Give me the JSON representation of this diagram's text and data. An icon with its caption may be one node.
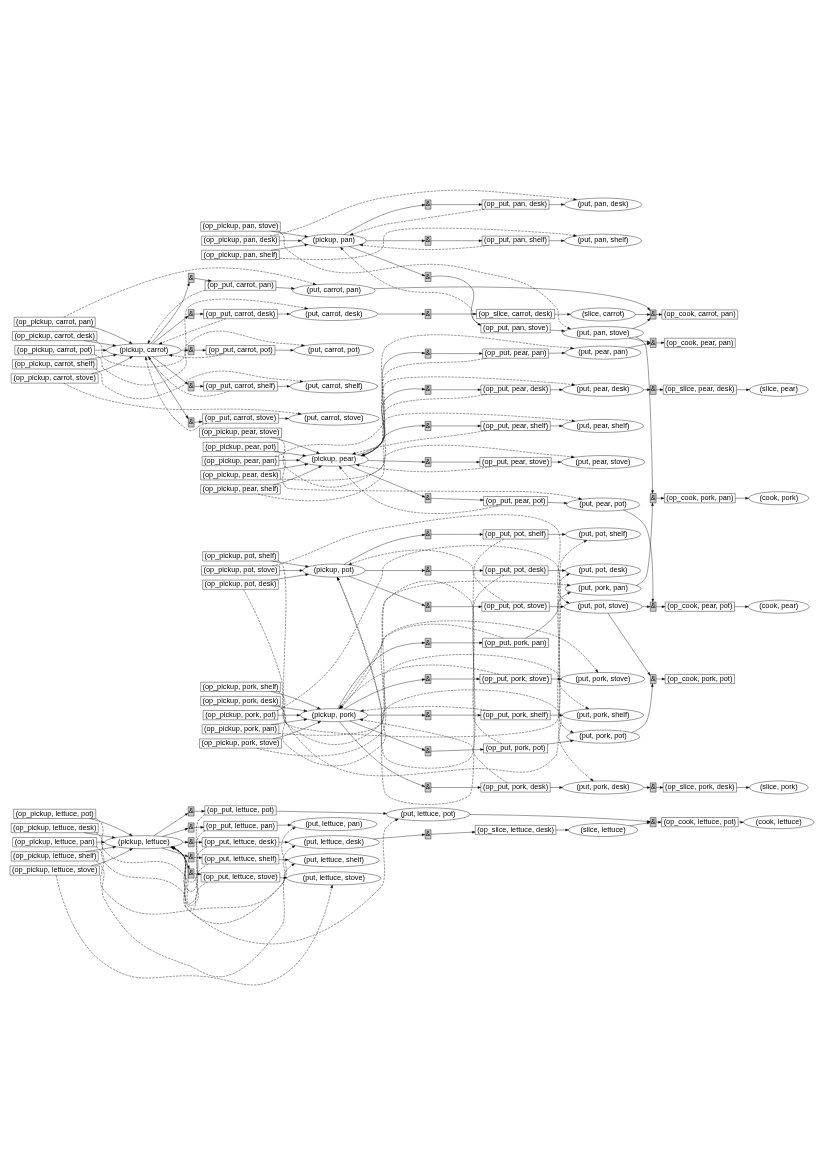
{
  "diagram": {
    "nodes": [
      {
        "text": [
          "(op_pickup, lettuce, pot)"
        ]
      },
      {
        "text": [
          "(op_pickup, lettuce, pan)"
        ]
      },
      {
        "text": [
          "(op_pickup, lettuce, desk)"
        ]
      },
      {
        "text": [
          "(op_pickup, lettuce, shelf)"
        ]
      },
      {
        "text": [
          "(op_pickup, lettuce, stove)"
        ]
      },
      {
        "text": [
          "(pickup, lettuce)"
        ]
      },
      {
        "text": [
          "&"
        ]
      },
      {
        "text": [
          "&"
        ]
      },
      {
        "text": [
          "&"
        ]
      },
      {
        "text": [
          "&"
        ]
      },
      {
        "text": [
          "&"
        ]
      },
      {
        "text": [
          "(op_put, lettuce, pot)"
        ]
      },
      {
        "text": [
          "(op_put, lettuce, pan)"
        ]
      },
      {
        "text": [
          "(op_put, lettuce, desk)"
        ]
      },
      {
        "text": [
          "(op_put, lettuce, shelf)"
        ]
      },
      {
        "text": [
          "(op_put, lettuce, stove)"
        ]
      },
      {
        "text": [
          "(put, lettuce, pot)"
        ]
      },
      {
        "text": [
          "(put, lettuce, pan)"
        ]
      },
      {
        "text": [
          "(put, lettuce, desk)"
        ]
      },
      {
        "text": [
          "(put, lettuce, shelf)"
        ]
      },
      {
        "text": [
          "(put, lettuce, stove)"
        ]
      },
      {
        "text": [
          "&"
        ]
      },
      {
        "text": [
          "(op_slice, lettuce, desk)"
        ]
      },
      {
        "text": [
          "(slice, lettuce)"
        ]
      },
      {
        "text": [
          "&"
        ]
      },
      {
        "text": [
          "(op_cook, lettuce, pot)"
        ]
      },
      {
        "text": [
          "(cook, lettuce)"
        ]
      },
      {
        "text": [
          "(op_pickup, pan, desk)"
        ]
      },
      {
        "text": [
          "(op_pickup, pan, shelf)"
        ]
      },
      {
        "text": [
          "(op_pickup, pan, stove)"
        ]
      },
      {
        "text": [
          "(pickup, pan)"
        ]
      },
      {
        "text": [
          "&"
        ]
      },
      {
        "text": [
          "&"
        ]
      },
      {
        "text": [
          "&"
        ]
      },
      {
        "text": [
          "(op_put, pan, desk)"
        ]
      },
      {
        "text": [
          "(op_put, pan, shelf)"
        ]
      },
      {
        "text": [
          "(op_put, pan, stove)"
        ]
      },
      {
        "text": [
          "(put, pan, desk)"
        ]
      },
      {
        "text": [
          "(put, pan, shelf)"
        ]
      },
      {
        "text": [
          "(put, pan, stove)"
        ]
      },
      {
        "text": [
          "(op_pickup, carrot, pan)"
        ]
      },
      {
        "text": [
          "(op_pickup, carrot, desk)"
        ]
      },
      {
        "text": [
          "(op_pickup, carrot, pot)"
        ]
      },
      {
        "text": [
          "(op_pickup, carrot, shelf)"
        ]
      },
      {
        "text": [
          "(op_pickup, carrot, stove)"
        ]
      },
      {
        "text": [
          "(pickup, carrot)"
        ]
      },
      {
        "text": [
          "&"
        ]
      },
      {
        "text": [
          "&"
        ]
      },
      {
        "text": [
          "&"
        ]
      },
      {
        "text": [
          "&"
        ]
      },
      {
        "text": [
          "&"
        ]
      },
      {
        "text": [
          "(op_put, carrot, pan)"
        ]
      },
      {
        "text": [
          "(op_put, carrot, desk)"
        ]
      },
      {
        "text": [
          "(op_put, carrot, pot)"
        ]
      },
      {
        "text": [
          "(op_put, carrot, shelf)"
        ]
      },
      {
        "text": [
          "(op_put, carrot, stove)"
        ]
      },
      {
        "text": [
          "(put, carrot, pan)"
        ]
      },
      {
        "text": [
          "(put, carrot, desk)"
        ]
      },
      {
        "text": [
          "(put, carrot, pot)"
        ]
      },
      {
        "text": [
          "(put, carrot, shelf)"
        ]
      },
      {
        "text": [
          "(put, carrot, stove)"
        ]
      },
      {
        "text": [
          "&"
        ]
      },
      {
        "text": [
          "(op_slice, carrot, desk)"
        ]
      },
      {
        "text": [
          "(slice, carrot)"
        ]
      },
      {
        "text": [
          "&"
        ]
      },
      {
        "text": [
          "(op_cook, carrot, pan)"
        ]
      },
      {
        "text": [
          "&"
        ]
      },
      {
        "text": [
          "(op_cook, pear, pan)"
        ]
      },
      {
        "text": [
          "(op_pickup, pear, pan)"
        ]
      },
      {
        "text": [
          "(op_pickup, pear, desk)"
        ]
      },
      {
        "text": [
          "(op_pickup, pear, shelf)"
        ]
      },
      {
        "text": [
          "(op_pickup, pear, stove)"
        ]
      },
      {
        "text": [
          "(op_pickup, pear, pot)"
        ]
      },
      {
        "text": [
          "(pickup, pear)"
        ]
      },
      {
        "text": [
          "&"
        ]
      },
      {
        "text": [
          "&"
        ]
      },
      {
        "text": [
          "&"
        ]
      },
      {
        "text": [
          "&"
        ]
      },
      {
        "text": [
          "&"
        ]
      },
      {
        "text": [
          "(op_put, pear, pan)"
        ]
      },
      {
        "text": [
          "(op_put, pear, desk)"
        ]
      },
      {
        "text": [
          "(op_put, pear, shelf)"
        ]
      },
      {
        "text": [
          "(op_put, pear, stove)"
        ]
      },
      {
        "text": [
          "(op_put, pear, pot)"
        ]
      },
      {
        "text": [
          "(put, pear, pan)"
        ]
      },
      {
        "text": [
          "(put, pear, desk)"
        ]
      },
      {
        "text": [
          "(put, pear, shelf)"
        ]
      },
      {
        "text": [
          "(put, pear, stove)"
        ]
      },
      {
        "text": [
          "(put, pear, pot)"
        ]
      },
      {
        "text": [
          "&"
        ]
      },
      {
        "text": [
          "(op_slice, pear, desk)"
        ]
      },
      {
        "text": [
          "(slice, pear)"
        ]
      },
      {
        "text": [
          "&"
        ]
      },
      {
        "text": [
          "(op_cook, pork, pan)"
        ]
      },
      {
        "text": [
          "(cook, pork)"
        ]
      },
      {
        "text": [
          "(op_pickup, pot, desk)"
        ]
      },
      {
        "text": [
          "(op_pickup, pot, shelf)"
        ]
      },
      {
        "text": [
          "(op_pickup, pot, stove)"
        ]
      },
      {
        "text": [
          "(pickup, pot)"
        ]
      },
      {
        "text": [
          "&"
        ]
      },
      {
        "text": [
          "&"
        ]
      },
      {
        "text": [
          "&"
        ]
      },
      {
        "text": [
          "(op_put, pot, desk)"
        ]
      },
      {
        "text": [
          "(op_put, pot, shelf)"
        ]
      },
      {
        "text": [
          "(op_put, pot, stove)"
        ]
      },
      {
        "text": [
          "(put, pot, desk)"
        ]
      },
      {
        "text": [
          "(put, pot, shelf)"
        ]
      },
      {
        "text": [
          "(put, pot, stove)"
        ]
      },
      {
        "text": [
          "&"
        ]
      },
      {
        "text": [
          "(op_cook, pear, pot)"
        ]
      },
      {
        "text": [
          "(cook, pear)"
        ]
      },
      {
        "text": [
          "&"
        ]
      },
      {
        "text": [
          "(op_cook, pork, pot)"
        ]
      },
      {
        "text": [
          "(op_pickup, pork, pan)"
        ]
      },
      {
        "text": [
          "(op_pickup, pork, pot)"
        ]
      },
      {
        "text": [
          "(op_pickup, pork, stove)"
        ]
      },
      {
        "text": [
          "(op_pickup, pork, shelf)"
        ]
      },
      {
        "text": [
          "(op_pickup, pork, desk)"
        ]
      },
      {
        "text": [
          "(pickup, pork)"
        ]
      },
      {
        "text": [
          "&"
        ]
      },
      {
        "text": [
          "&"
        ]
      },
      {
        "text": [
          "&"
        ]
      },
      {
        "text": [
          "&"
        ]
      },
      {
        "text": [
          "&"
        ]
      },
      {
        "text": [
          "(op_put, pork, pan)"
        ]
      },
      {
        "text": [
          "(op_put, pork, pot)"
        ]
      },
      {
        "text": [
          "(op_put, pork, stove)"
        ]
      },
      {
        "text": [
          "(op_put, pork, shelf)"
        ]
      },
      {
        "text": [
          "(op_put, pork, desk)"
        ]
      },
      {
        "text": [
          "(put, pork, pan)"
        ]
      },
      {
        "text": [
          "(put, pork, pot)"
        ]
      },
      {
        "text": [
          "(put, pork, stove)"
        ]
      },
      {
        "text": [
          "(put, pork, shelf)"
        ]
      },
      {
        "text": [
          "(put, pork, desk)"
        ]
      },
      {
        "text": [
          "&"
        ]
      },
      {
        "text": [
          "(op_slice, pork, desk)"
        ]
      },
      {
        "text": [
          "(slice, pork)"
        ]
      }
    ],
    "edges": [
      {
        "from": 0,
        "to": 5,
        "arrow": "to"
      },
      {
        "from": 0,
        "to": 16,
        "arrow": "to",
        "style": "dashed"
      },
      {
        "from": 5,
        "to": 6,
        "arrow": "to"
      },
      {
        "from": 6,
        "to": 11,
        "arrow": "to"
      },
      {
        "from": 11,
        "to": 16,
        "arrow": "to"
      },
      {
        "from": 11,
        "to": 5,
        "arrow": "to",
        "style": "dashed"
      },
      {
        "from": 1,
        "to": 5,
        "arrow": "to"
      },
      {
        "from": 1,
        "to": 17,
        "arrow": "to",
        "style": "dashed"
      },
      {
        "from": 5,
        "to": 7,
        "arrow": "to"
      },
      {
        "from": 7,
        "to": 12,
        "arrow": "to"
      },
      {
        "from": 12,
        "to": 17,
        "arrow": "to"
      },
      {
        "from": 12,
        "to": 5,
        "arrow": "to",
        "style": "dashed"
      },
      {
        "from": 2,
        "to": 5,
        "arrow": "to"
      },
      {
        "from": 2,
        "to": 18,
        "arrow": "to",
        "style": "dashed"
      },
      {
        "from": 5,
        "to": 8,
        "arrow": "to"
      },
      {
        "from": 8,
        "to": 13,
        "arrow": "to"
      },
      {
        "from": 13,
        "to": 18,
        "arrow": "to"
      },
      {
        "from": 13,
        "to": 5,
        "arrow": "to",
        "style": "dashed"
      },
      {
        "from": 3,
        "to": 5,
        "arrow": "to"
      },
      {
        "from": 3,
        "to": 19,
        "arrow": "to",
        "style": "dashed"
      },
      {
        "from": 5,
        "to": 9,
        "arrow": "to"
      },
      {
        "from": 9,
        "to": 14,
        "arrow": "to"
      },
      {
        "from": 14,
        "to": 19,
        "arrow": "to"
      },
      {
        "from": 14,
        "to": 5,
        "arrow": "to",
        "style": "dashed"
      },
      {
        "from": 4,
        "to": 5,
        "arrow": "to"
      },
      {
        "from": 4,
        "to": 20,
        "arrow": "to",
        "style": "dashed"
      },
      {
        "from": 5,
        "to": 10,
        "arrow": "to"
      },
      {
        "from": 10,
        "to": 15,
        "arrow": "to"
      },
      {
        "from": 15,
        "to": 20,
        "arrow": "to"
      },
      {
        "from": 15,
        "to": 5,
        "arrow": "to",
        "style": "dashed"
      },
      {
        "from": 18,
        "to": 21,
        "arrow": "to"
      },
      {
        "from": 21,
        "to": 22,
        "arrow": "to"
      },
      {
        "from": 22,
        "to": 23,
        "arrow": "to"
      },
      {
        "from": 16,
        "to": 24,
        "arrow": "to"
      },
      {
        "from": 23,
        "to": 24,
        "arrow": "to"
      },
      {
        "from": 24,
        "to": 25,
        "arrow": "to"
      },
      {
        "from": 25,
        "to": 26,
        "arrow": "to"
      },
      {
        "from": 27,
        "to": 30,
        "arrow": "to"
      },
      {
        "from": 27,
        "to": 37,
        "arrow": "to",
        "style": "dashed"
      },
      {
        "from": 30,
        "to": 31,
        "arrow": "to"
      },
      {
        "from": 31,
        "to": 34,
        "arrow": "to"
      },
      {
        "from": 34,
        "to": 37,
        "arrow": "to"
      },
      {
        "from": 34,
        "to": 30,
        "arrow": "to",
        "style": "dashed"
      },
      {
        "from": 28,
        "to": 30,
        "arrow": "to"
      },
      {
        "from": 28,
        "to": 38,
        "arrow": "to",
        "style": "dashed"
      },
      {
        "from": 30,
        "to": 32,
        "arrow": "to"
      },
      {
        "from": 32,
        "to": 35,
        "arrow": "to"
      },
      {
        "from": 35,
        "to": 38,
        "arrow": "to"
      },
      {
        "from": 35,
        "to": 30,
        "arrow": "to",
        "style": "dashed"
      },
      {
        "from": 29,
        "to": 30,
        "arrow": "to"
      },
      {
        "from": 29,
        "to": 39,
        "arrow": "to",
        "style": "dashed"
      },
      {
        "from": 30,
        "to": 33,
        "arrow": "to"
      },
      {
        "from": 33,
        "to": 36,
        "arrow": "to"
      },
      {
        "from": 36,
        "to": 39,
        "arrow": "to"
      },
      {
        "from": 36,
        "to": 30,
        "arrow": "to",
        "style": "dashed"
      },
      {
        "from": 40,
        "to": 45,
        "arrow": "to"
      },
      {
        "from": 40,
        "to": 56,
        "arrow": "to",
        "style": "dashed"
      },
      {
        "from": 45,
        "to": 46,
        "arrow": "to"
      },
      {
        "from": 46,
        "to": 51,
        "arrow": "to"
      },
      {
        "from": 51,
        "to": 56,
        "arrow": "to"
      },
      {
        "from": 51,
        "to": 45,
        "arrow": "to",
        "style": "dashed"
      },
      {
        "from": 41,
        "to": 45,
        "arrow": "to"
      },
      {
        "from": 41,
        "to": 57,
        "arrow": "to",
        "style": "dashed"
      },
      {
        "from": 45,
        "to": 47,
        "arrow": "to"
      },
      {
        "from": 47,
        "to": 52,
        "arrow": "to"
      },
      {
        "from": 52,
        "to": 57,
        "arrow": "to"
      },
      {
        "from": 52,
        "to": 45,
        "arrow": "to",
        "style": "dashed"
      },
      {
        "from": 42,
        "to": 45,
        "arrow": "to"
      },
      {
        "from": 42,
        "to": 58,
        "arrow": "to",
        "style": "dashed"
      },
      {
        "from": 45,
        "to": 48,
        "arrow": "to"
      },
      {
        "from": 48,
        "to": 53,
        "arrow": "to"
      },
      {
        "from": 53,
        "to": 58,
        "arrow": "to"
      },
      {
        "from": 53,
        "to": 45,
        "arrow": "to",
        "style": "dashed"
      },
      {
        "from": 43,
        "to": 45,
        "arrow": "to"
      },
      {
        "from": 43,
        "to": 59,
        "arrow": "to",
        "style": "dashed"
      },
      {
        "from": 45,
        "to": 49,
        "arrow": "to"
      },
      {
        "from": 49,
        "to": 54,
        "arrow": "to"
      },
      {
        "from": 54,
        "to": 59,
        "arrow": "to"
      },
      {
        "from": 54,
        "to": 45,
        "arrow": "to",
        "style": "dashed"
      },
      {
        "from": 44,
        "to": 45,
        "arrow": "to"
      },
      {
        "from": 44,
        "to": 60,
        "arrow": "to",
        "style": "dashed"
      },
      {
        "from": 45,
        "to": 50,
        "arrow": "to"
      },
      {
        "from": 50,
        "to": 55,
        "arrow": "to"
      },
      {
        "from": 55,
        "to": 60,
        "arrow": "to"
      },
      {
        "from": 55,
        "to": 45,
        "arrow": "to",
        "style": "dashed"
      },
      {
        "from": 57,
        "to": 61,
        "arrow": "to"
      },
      {
        "from": 61,
        "to": 62,
        "arrow": "to"
      },
      {
        "from": 62,
        "to": 63,
        "arrow": "to"
      },
      {
        "from": 56,
        "to": 64,
        "arrow": "to"
      },
      {
        "from": 63,
        "to": 64,
        "arrow": "to"
      },
      {
        "from": 39,
        "to": 64,
        "arrow": "to"
      },
      {
        "from": 64,
        "to": 65,
        "arrow": "to"
      },
      {
        "from": 39,
        "to": 66,
        "arrow": "to"
      },
      {
        "from": 84,
        "to": 66,
        "arrow": "to"
      },
      {
        "from": 66,
        "to": 67,
        "arrow": "to"
      },
      {
        "from": 68,
        "to": 73,
        "arrow": "to"
      },
      {
        "from": 68,
        "to": 84,
        "arrow": "to",
        "style": "dashed"
      },
      {
        "from": 73,
        "to": 74,
        "arrow": "to"
      },
      {
        "from": 74,
        "to": 79,
        "arrow": "to"
      },
      {
        "from": 79,
        "to": 84,
        "arrow": "to"
      },
      {
        "from": 79,
        "to": 73,
        "arrow": "to",
        "style": "dashed"
      },
      {
        "from": 69,
        "to": 73,
        "arrow": "to"
      },
      {
        "from": 69,
        "to": 85,
        "arrow": "to",
        "style": "dashed"
      },
      {
        "from": 73,
        "to": 75,
        "arrow": "to"
      },
      {
        "from": 75,
        "to": 80,
        "arrow": "to"
      },
      {
        "from": 80,
        "to": 85,
        "arrow": "to"
      },
      {
        "from": 80,
        "to": 73,
        "arrow": "to",
        "style": "dashed"
      },
      {
        "from": 70,
        "to": 73,
        "arrow": "to"
      },
      {
        "from": 70,
        "to": 86,
        "arrow": "to",
        "style": "dashed"
      },
      {
        "from": 73,
        "to": 76,
        "arrow": "to"
      },
      {
        "from": 76,
        "to": 81,
        "arrow": "to"
      },
      {
        "from": 81,
        "to": 86,
        "arrow": "to"
      },
      {
        "from": 81,
        "to": 73,
        "arrow": "to",
        "style": "dashed"
      },
      {
        "from": 71,
        "to": 73,
        "arrow": "to"
      },
      {
        "from": 71,
        "to": 87,
        "arrow": "to",
        "style": "dashed"
      },
      {
        "from": 73,
        "to": 77,
        "arrow": "to"
      },
      {
        "from": 77,
        "to": 82,
        "arrow": "to"
      },
      {
        "from": 82,
        "to": 87,
        "arrow": "to"
      },
      {
        "from": 82,
        "to": 73,
        "arrow": "to",
        "style": "dashed"
      },
      {
        "from": 72,
        "to": 73,
        "arrow": "to"
      },
      {
        "from": 72,
        "to": 88,
        "arrow": "to",
        "style": "dashed"
      },
      {
        "from": 73,
        "to": 78,
        "arrow": "to"
      },
      {
        "from": 78,
        "to": 83,
        "arrow": "to"
      },
      {
        "from": 83,
        "to": 88,
        "arrow": "to"
      },
      {
        "from": 83,
        "to": 73,
        "arrow": "to",
        "style": "dashed"
      },
      {
        "from": 85,
        "to": 89,
        "arrow": "to"
      },
      {
        "from": 89,
        "to": 90,
        "arrow": "to"
      },
      {
        "from": 90,
        "to": 91,
        "arrow": "to"
      },
      {
        "from": 39,
        "to": 92,
        "arrow": "to"
      },
      {
        "from": 129,
        "to": 92,
        "arrow": "to"
      },
      {
        "from": 92,
        "to": 93,
        "arrow": "to"
      },
      {
        "from": 93,
        "to": 94,
        "arrow": "to"
      },
      {
        "from": 95,
        "to": 98,
        "arrow": "to"
      },
      {
        "from": 95,
        "to": 105,
        "arrow": "to",
        "style": "dashed"
      },
      {
        "from": 98,
        "to": 99,
        "arrow": "to"
      },
      {
        "from": 99,
        "to": 102,
        "arrow": "to"
      },
      {
        "from": 102,
        "to": 105,
        "arrow": "to"
      },
      {
        "from": 102,
        "to": 98,
        "arrow": "to",
        "style": "dashed"
      },
      {
        "from": 96,
        "to": 98,
        "arrow": "to"
      },
      {
        "from": 96,
        "to": 106,
        "arrow": "to",
        "style": "dashed"
      },
      {
        "from": 98,
        "to": 100,
        "arrow": "to"
      },
      {
        "from": 100,
        "to": 103,
        "arrow": "to"
      },
      {
        "from": 103,
        "to": 106,
        "arrow": "to"
      },
      {
        "from": 103,
        "to": 98,
        "arrow": "to",
        "style": "dashed"
      },
      {
        "from": 97,
        "to": 98,
        "arrow": "to"
      },
      {
        "from": 97,
        "to": 107,
        "arrow": "to",
        "style": "dashed"
      },
      {
        "from": 98,
        "to": 101,
        "arrow": "to"
      },
      {
        "from": 101,
        "to": 104,
        "arrow": "to"
      },
      {
        "from": 104,
        "to": 107,
        "arrow": "to"
      },
      {
        "from": 104,
        "to": 98,
        "arrow": "to",
        "style": "dashed"
      },
      {
        "from": 88,
        "to": 108,
        "arrow": "to"
      },
      {
        "from": 107,
        "to": 108,
        "arrow": "to"
      },
      {
        "from": 108,
        "to": 109,
        "arrow": "to"
      },
      {
        "from": 109,
        "to": 110,
        "arrow": "to"
      },
      {
        "from": 107,
        "to": 111,
        "arrow": "to"
      },
      {
        "from": 130,
        "to": 111,
        "arrow": "to"
      },
      {
        "from": 111,
        "to": 112,
        "arrow": "to"
      },
      {
        "from": 113,
        "to": 118,
        "arrow": "to"
      },
      {
        "from": 113,
        "to": 129,
        "arrow": "to",
        "style": "dashed"
      },
      {
        "from": 118,
        "to": 119,
        "arrow": "to"
      },
      {
        "from": 119,
        "to": 124,
        "arrow": "to"
      },
      {
        "from": 124,
        "to": 129,
        "arrow": "to"
      },
      {
        "from": 124,
        "to": 118,
        "arrow": "to",
        "style": "dashed"
      },
      {
        "from": 114,
        "to": 118,
        "arrow": "to"
      },
      {
        "from": 114,
        "to": 130,
        "arrow": "to",
        "style": "dashed"
      },
      {
        "from": 118,
        "to": 120,
        "arrow": "to"
      },
      {
        "from": 120,
        "to": 125,
        "arrow": "to"
      },
      {
        "from": 125,
        "to": 130,
        "arrow": "to"
      },
      {
        "from": 125,
        "to": 118,
        "arrow": "to",
        "style": "dashed"
      },
      {
        "from": 115,
        "to": 118,
        "arrow": "to"
      },
      {
        "from": 115,
        "to": 131,
        "arrow": "to",
        "style": "dashed"
      },
      {
        "from": 118,
        "to": 121,
        "arrow": "to"
      },
      {
        "from": 121,
        "to": 126,
        "arrow": "to"
      },
      {
        "from": 126,
        "to": 131,
        "arrow": "to"
      },
      {
        "from": 126,
        "to": 118,
        "arrow": "to",
        "style": "dashed"
      },
      {
        "from": 116,
        "to": 118,
        "arrow": "to"
      },
      {
        "from": 116,
        "to": 132,
        "arrow": "to",
        "style": "dashed"
      },
      {
        "from": 118,
        "to": 122,
        "arrow": "to"
      },
      {
        "from": 122,
        "to": 127,
        "arrow": "to"
      },
      {
        "from": 127,
        "to": 132,
        "arrow": "to"
      },
      {
        "from": 127,
        "to": 118,
        "arrow": "to",
        "style": "dashed"
      },
      {
        "from": 117,
        "to": 118,
        "arrow": "to"
      },
      {
        "from": 117,
        "to": 133,
        "arrow": "to",
        "style": "dashed"
      },
      {
        "from": 118,
        "to": 123,
        "arrow": "to"
      },
      {
        "from": 123,
        "to": 128,
        "arrow": "to"
      },
      {
        "from": 128,
        "to": 133,
        "arrow": "to"
      },
      {
        "from": 128,
        "to": 118,
        "arrow": "to",
        "style": "dashed"
      },
      {
        "from": 133,
        "to": 134,
        "arrow": "to"
      },
      {
        "from": 134,
        "to": 135,
        "arrow": "to"
      },
      {
        "from": 135,
        "to": 136,
        "arrow": "to"
      }
    ]
  }
}
